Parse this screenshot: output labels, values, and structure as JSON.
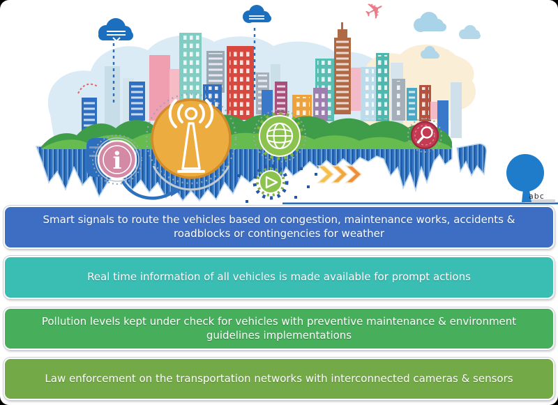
{
  "illustration": {
    "watermark": "abc",
    "icons": [
      {
        "name": "cloud-download-icon"
      },
      {
        "name": "cloud-upload-icon"
      },
      {
        "name": "cloud-icon"
      },
      {
        "name": "plane-icon"
      },
      {
        "name": "info-icon"
      },
      {
        "name": "broadcast-tower-icon"
      },
      {
        "name": "globe-gear-icon"
      },
      {
        "name": "play-gear-icon"
      },
      {
        "name": "search-icon"
      },
      {
        "name": "chevron-arrows-icon"
      },
      {
        "name": "curved-arrow-icon"
      },
      {
        "name": "tree-icon"
      }
    ],
    "colors": {
      "fringe_blue": "#2F73C3",
      "hill_green": "#67BC50",
      "tower_gold": "#ECAC3F",
      "gear_green": "#8CC24E",
      "info_pink": "#D489A4",
      "search_red": "#C23B52",
      "tree_blue": "#1E7CCA"
    }
  },
  "banners": [
    {
      "text": "Smart signals to route the vehicles based on congestion, maintenance works, accidents & roadblocks or contingencies for weather",
      "color": "#3D6EC3"
    },
    {
      "text": "Real time information of all vehicles is made available for prompt actions",
      "color": "#3ABDB3"
    },
    {
      "text": "Pollution levels kept under check for vehicles with preventive maintenance & environment guidelines implementations",
      "color": "#47AE5B"
    },
    {
      "text": "Law enforcement on the transportation networks with interconnected cameras & sensors",
      "color": "#73AA47"
    }
  ]
}
